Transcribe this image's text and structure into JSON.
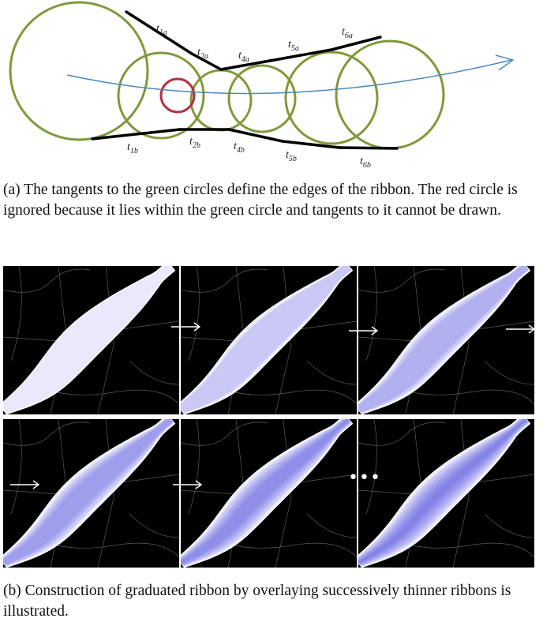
{
  "figure": {
    "tangent_labels": [
      {
        "base": "t",
        "sub": "1a"
      },
      {
        "base": "t",
        "sub": "2a"
      },
      {
        "base": "t",
        "sub": "4a"
      },
      {
        "base": "t",
        "sub": "5a"
      },
      {
        "base": "t",
        "sub": "6a"
      },
      {
        "base": "t",
        "sub": "1b"
      },
      {
        "base": "t",
        "sub": "2b"
      },
      {
        "base": "t",
        "sub": "4b"
      },
      {
        "base": "t",
        "sub": "5b"
      },
      {
        "base": "t",
        "sub": "6b"
      }
    ],
    "caption_a": "(a)  The tangents to the green circles define the edges of the ribbon. The red circle is ignored because it lies within the green circle and tangents to it cannot be drawn.",
    "caption_b": "(b)  Construction of graduated ribbon by overlaying successively thinner ribbons is illustrated.",
    "ellipsis": "•••",
    "colors": {
      "circle": "#7f9a3a",
      "ignored_circle": "#b03040",
      "path": "#4a86c0",
      "tangent": "#000000",
      "ribbon": "#5a5ae0",
      "panel_bg": "#000000"
    }
  }
}
